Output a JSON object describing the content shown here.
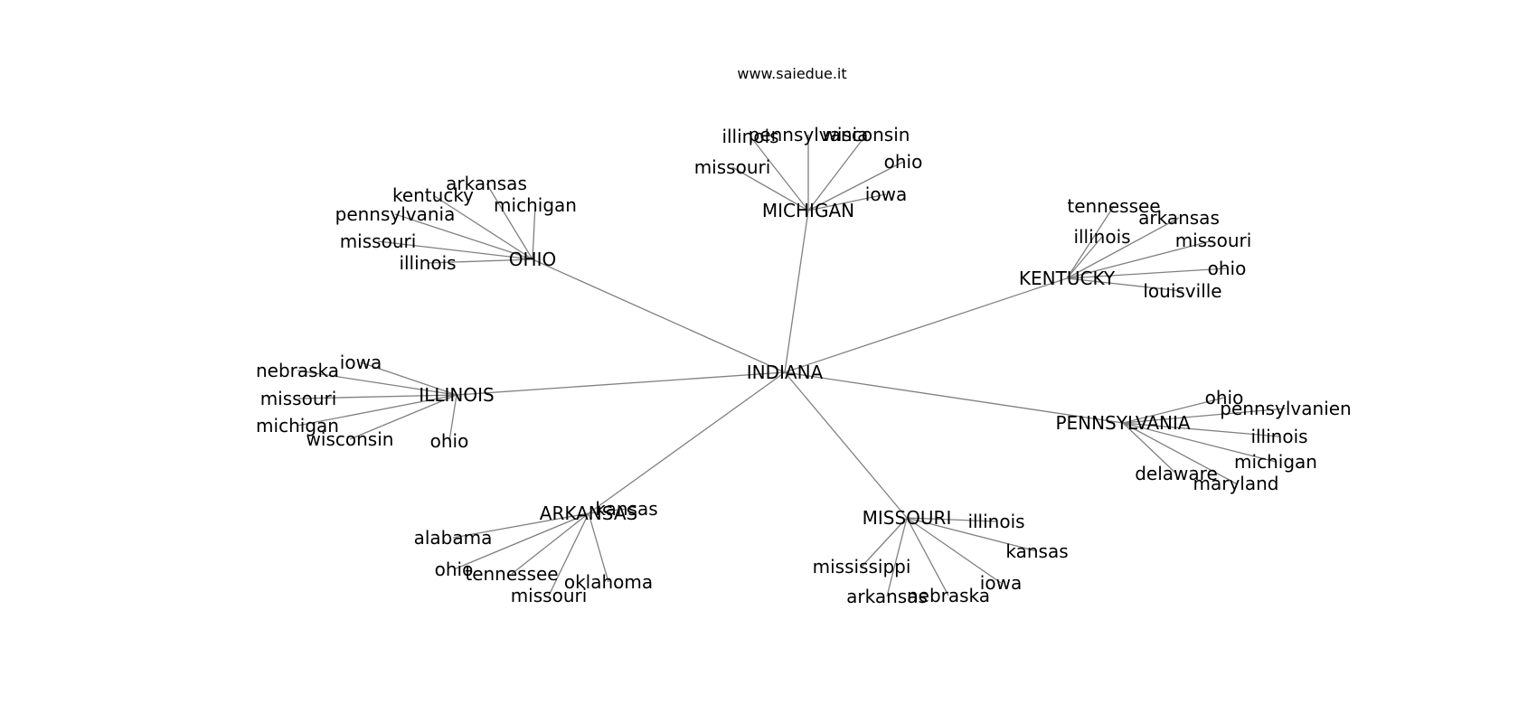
{
  "title": "www.saiedue.it",
  "colors": {
    "edge": "#808080",
    "text": "#000000",
    "background": "#ffffff"
  },
  "graph": {
    "root": "INDIANA",
    "hubs": [
      {
        "label": "OHIO",
        "neighbors": [
          "arkansas",
          "kentucky",
          "michigan",
          "pennsylvania",
          "missouri",
          "illinois"
        ]
      },
      {
        "label": "MICHIGAN",
        "neighbors": [
          "illinois",
          "pennsylvania",
          "wisconsin",
          "missouri",
          "ohio",
          "iowa"
        ]
      },
      {
        "label": "KENTUCKY",
        "neighbors": [
          "tennessee",
          "arkansas",
          "illinois",
          "missouri",
          "ohio",
          "louisville"
        ]
      },
      {
        "label": "ILLINOIS",
        "neighbors": [
          "iowa",
          "nebraska",
          "missouri",
          "michigan",
          "wisconsin",
          "ohio"
        ]
      },
      {
        "label": "PENNSYLVANIA",
        "neighbors": [
          "ohio",
          "pennsylvanien",
          "illinois",
          "michigan",
          "delaware",
          "maryland"
        ]
      },
      {
        "label": "ARKANSAS",
        "neighbors": [
          "kansas",
          "alabama",
          "ohio",
          "tennessee",
          "missouri",
          "oklahoma"
        ]
      },
      {
        "label": "MISSOURI",
        "neighbors": [
          "illinois",
          "kansas",
          "mississippi",
          "iowa",
          "arkansas",
          "nebraska"
        ]
      }
    ]
  }
}
